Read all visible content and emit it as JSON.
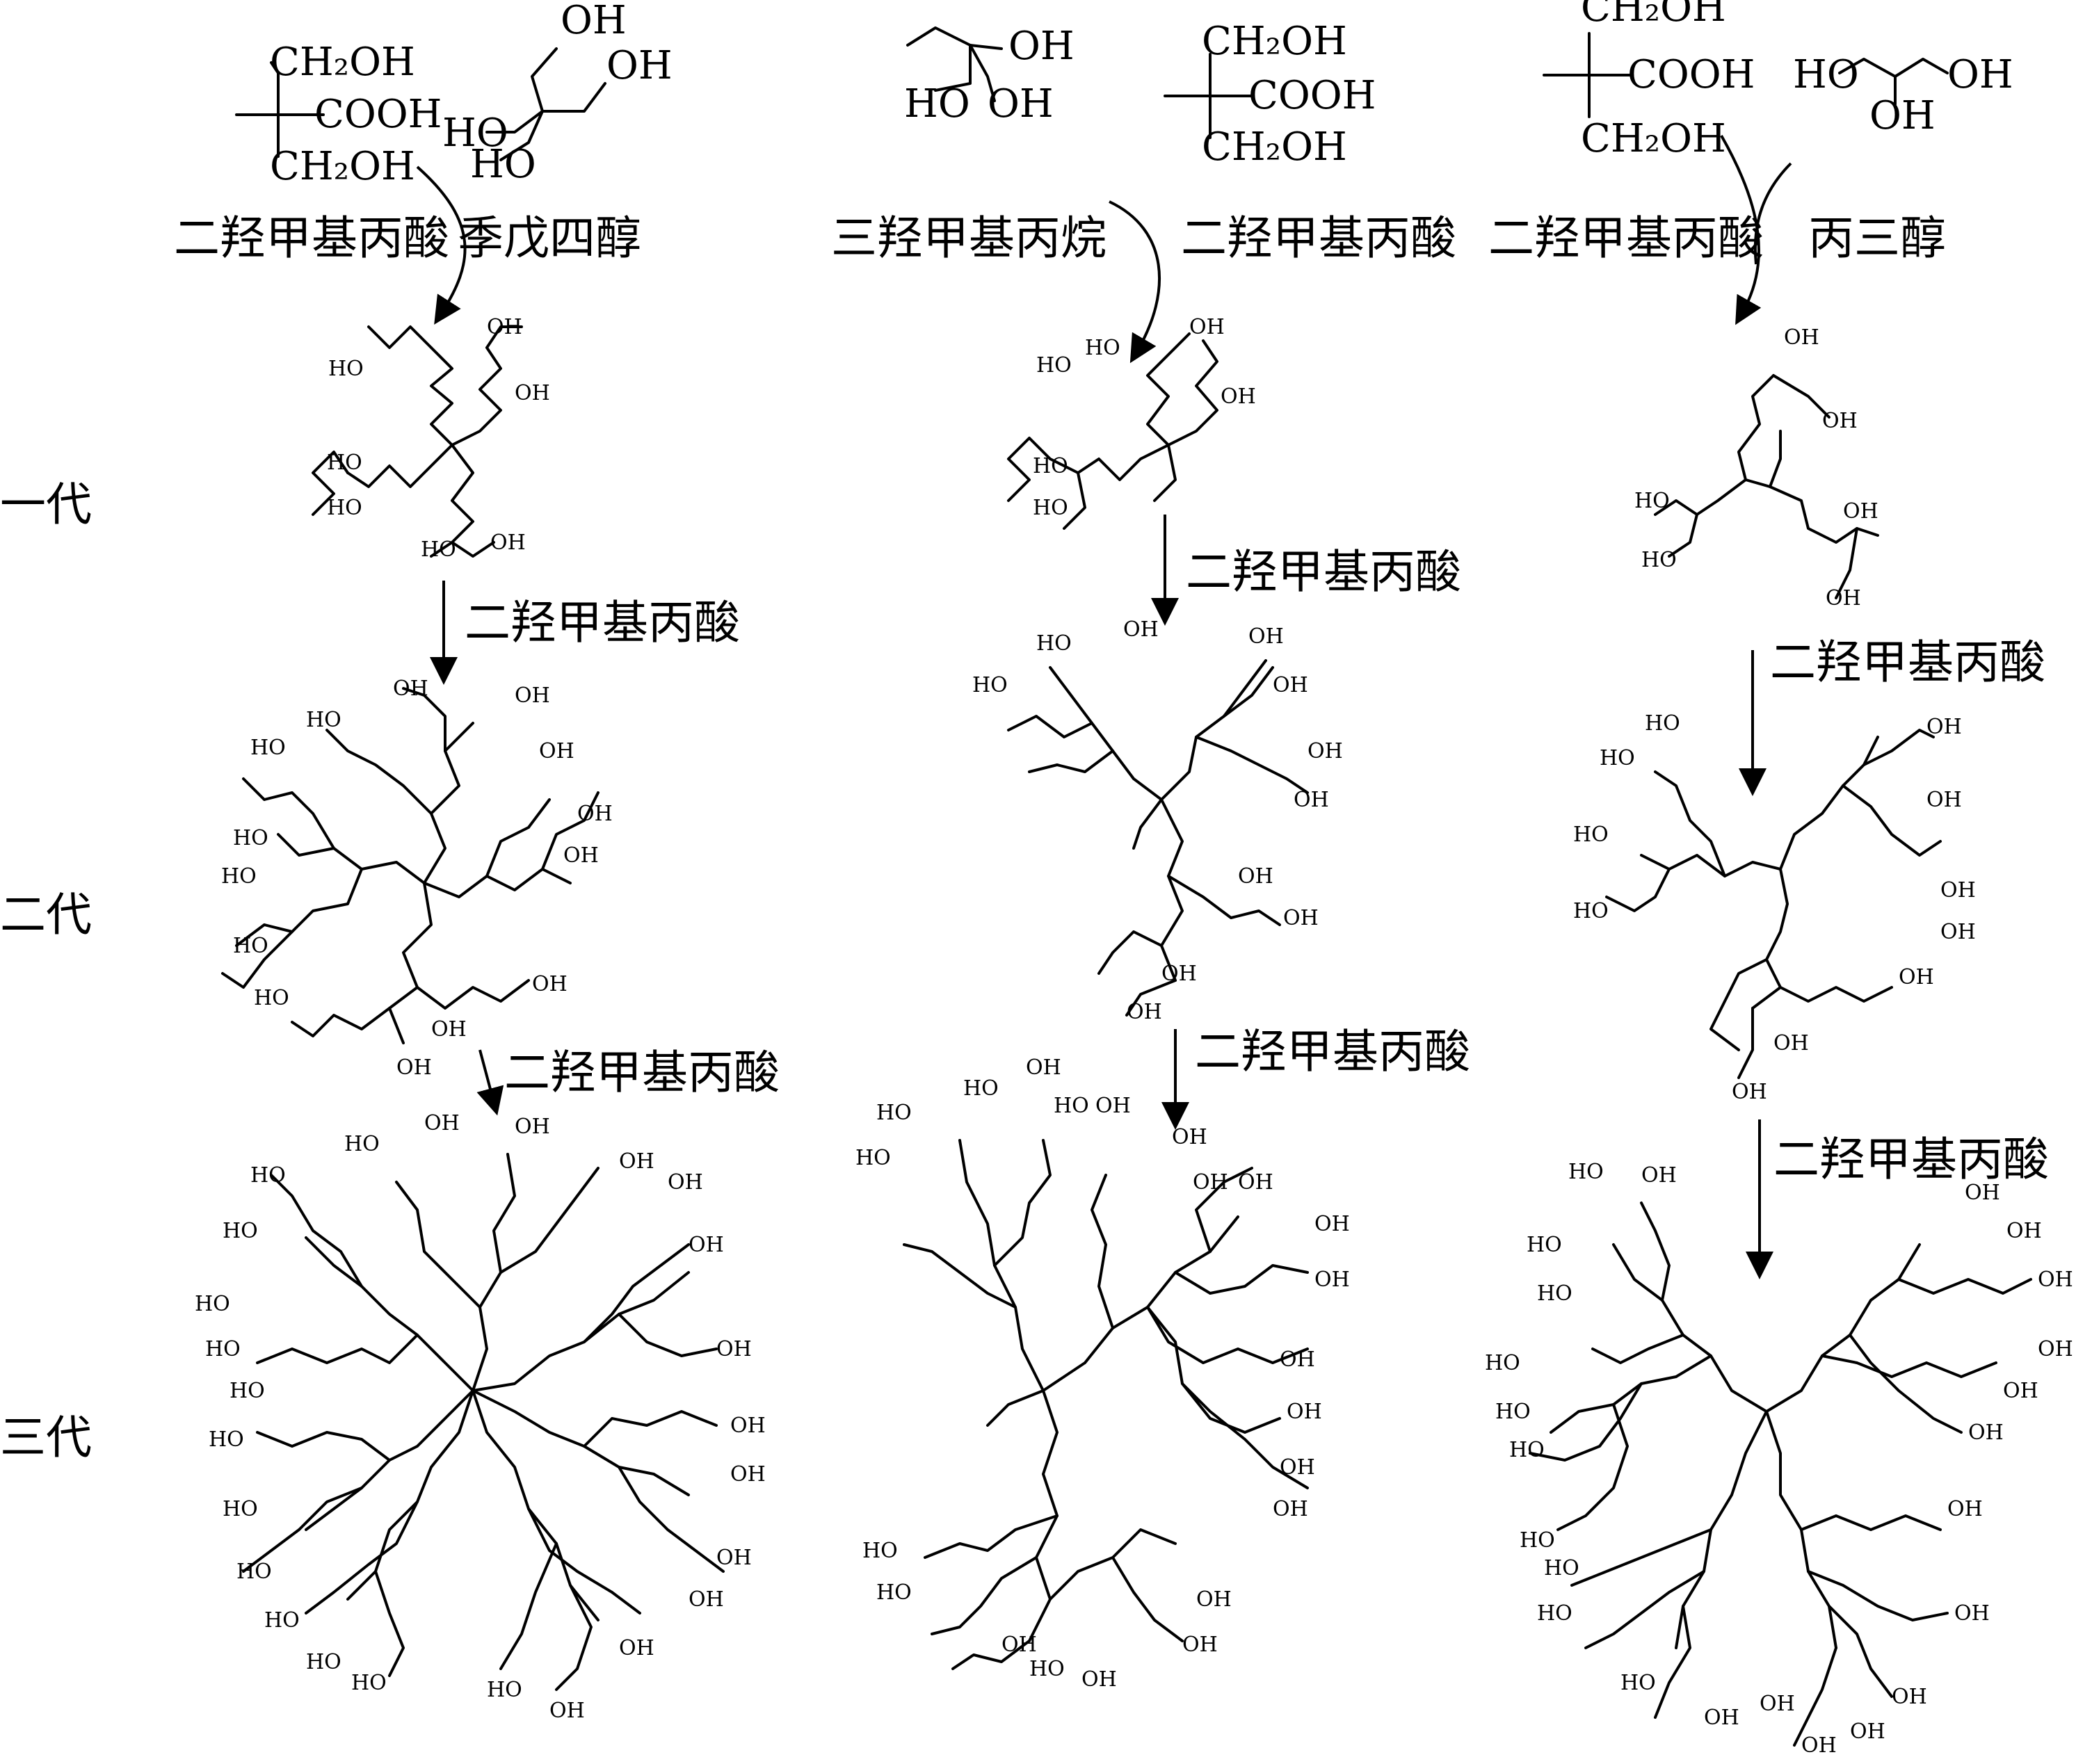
{
  "generations": [
    "一代",
    "二代",
    "三代"
  ],
  "routes": [
    {
      "id": "route-1",
      "reactant_labels": [
        "二羟甲基丙酸",
        "季戊四醇"
      ],
      "step_reagent": "二羟甲基丙酸",
      "step_reagent_2": "二羟甲基丙酸"
    },
    {
      "id": "route-2",
      "reactant_labels": [
        "三羟甲基丙烷",
        "二羟甲基丙酸"
      ],
      "step_reagent": "二羟甲基丙酸",
      "step_reagent_2": "二羟甲基丙酸"
    },
    {
      "id": "route-3",
      "reactant_labels": [
        "二羟甲基丙酸",
        "丙三醇"
      ],
      "step_reagent": "二羟甲基丙酸",
      "step_reagent_2": "二羟甲基丙酸"
    }
  ],
  "formula_text": {
    "ch2oh": "CH₂OH",
    "cooh": "COOH",
    "oh": "OH",
    "ho": "HO"
  }
}
